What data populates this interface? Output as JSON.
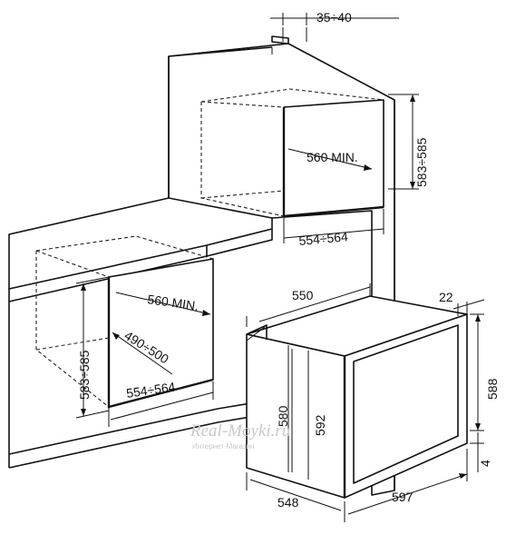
{
  "dimensions": {
    "upper_recess_depth": "35÷40",
    "upper_height": "583÷585",
    "upper_min_depth": "560 MIN.",
    "upper_width": "554÷564",
    "lower_min_depth": "560 MIN.",
    "lower_height": "583÷585",
    "lower_diagonal": "490÷500",
    "lower_width": "554÷564",
    "oven_depth": "550",
    "oven_front_depth": "22",
    "oven_height_total": "588",
    "oven_body_height": "580",
    "oven_inner_height": "592",
    "oven_bottom_gap": "4",
    "oven_side_depth": "548",
    "oven_width": "597"
  },
  "watermark": {
    "brand": "Real-Moyki.ru",
    "subtitle": "Интернет-Магазин"
  }
}
